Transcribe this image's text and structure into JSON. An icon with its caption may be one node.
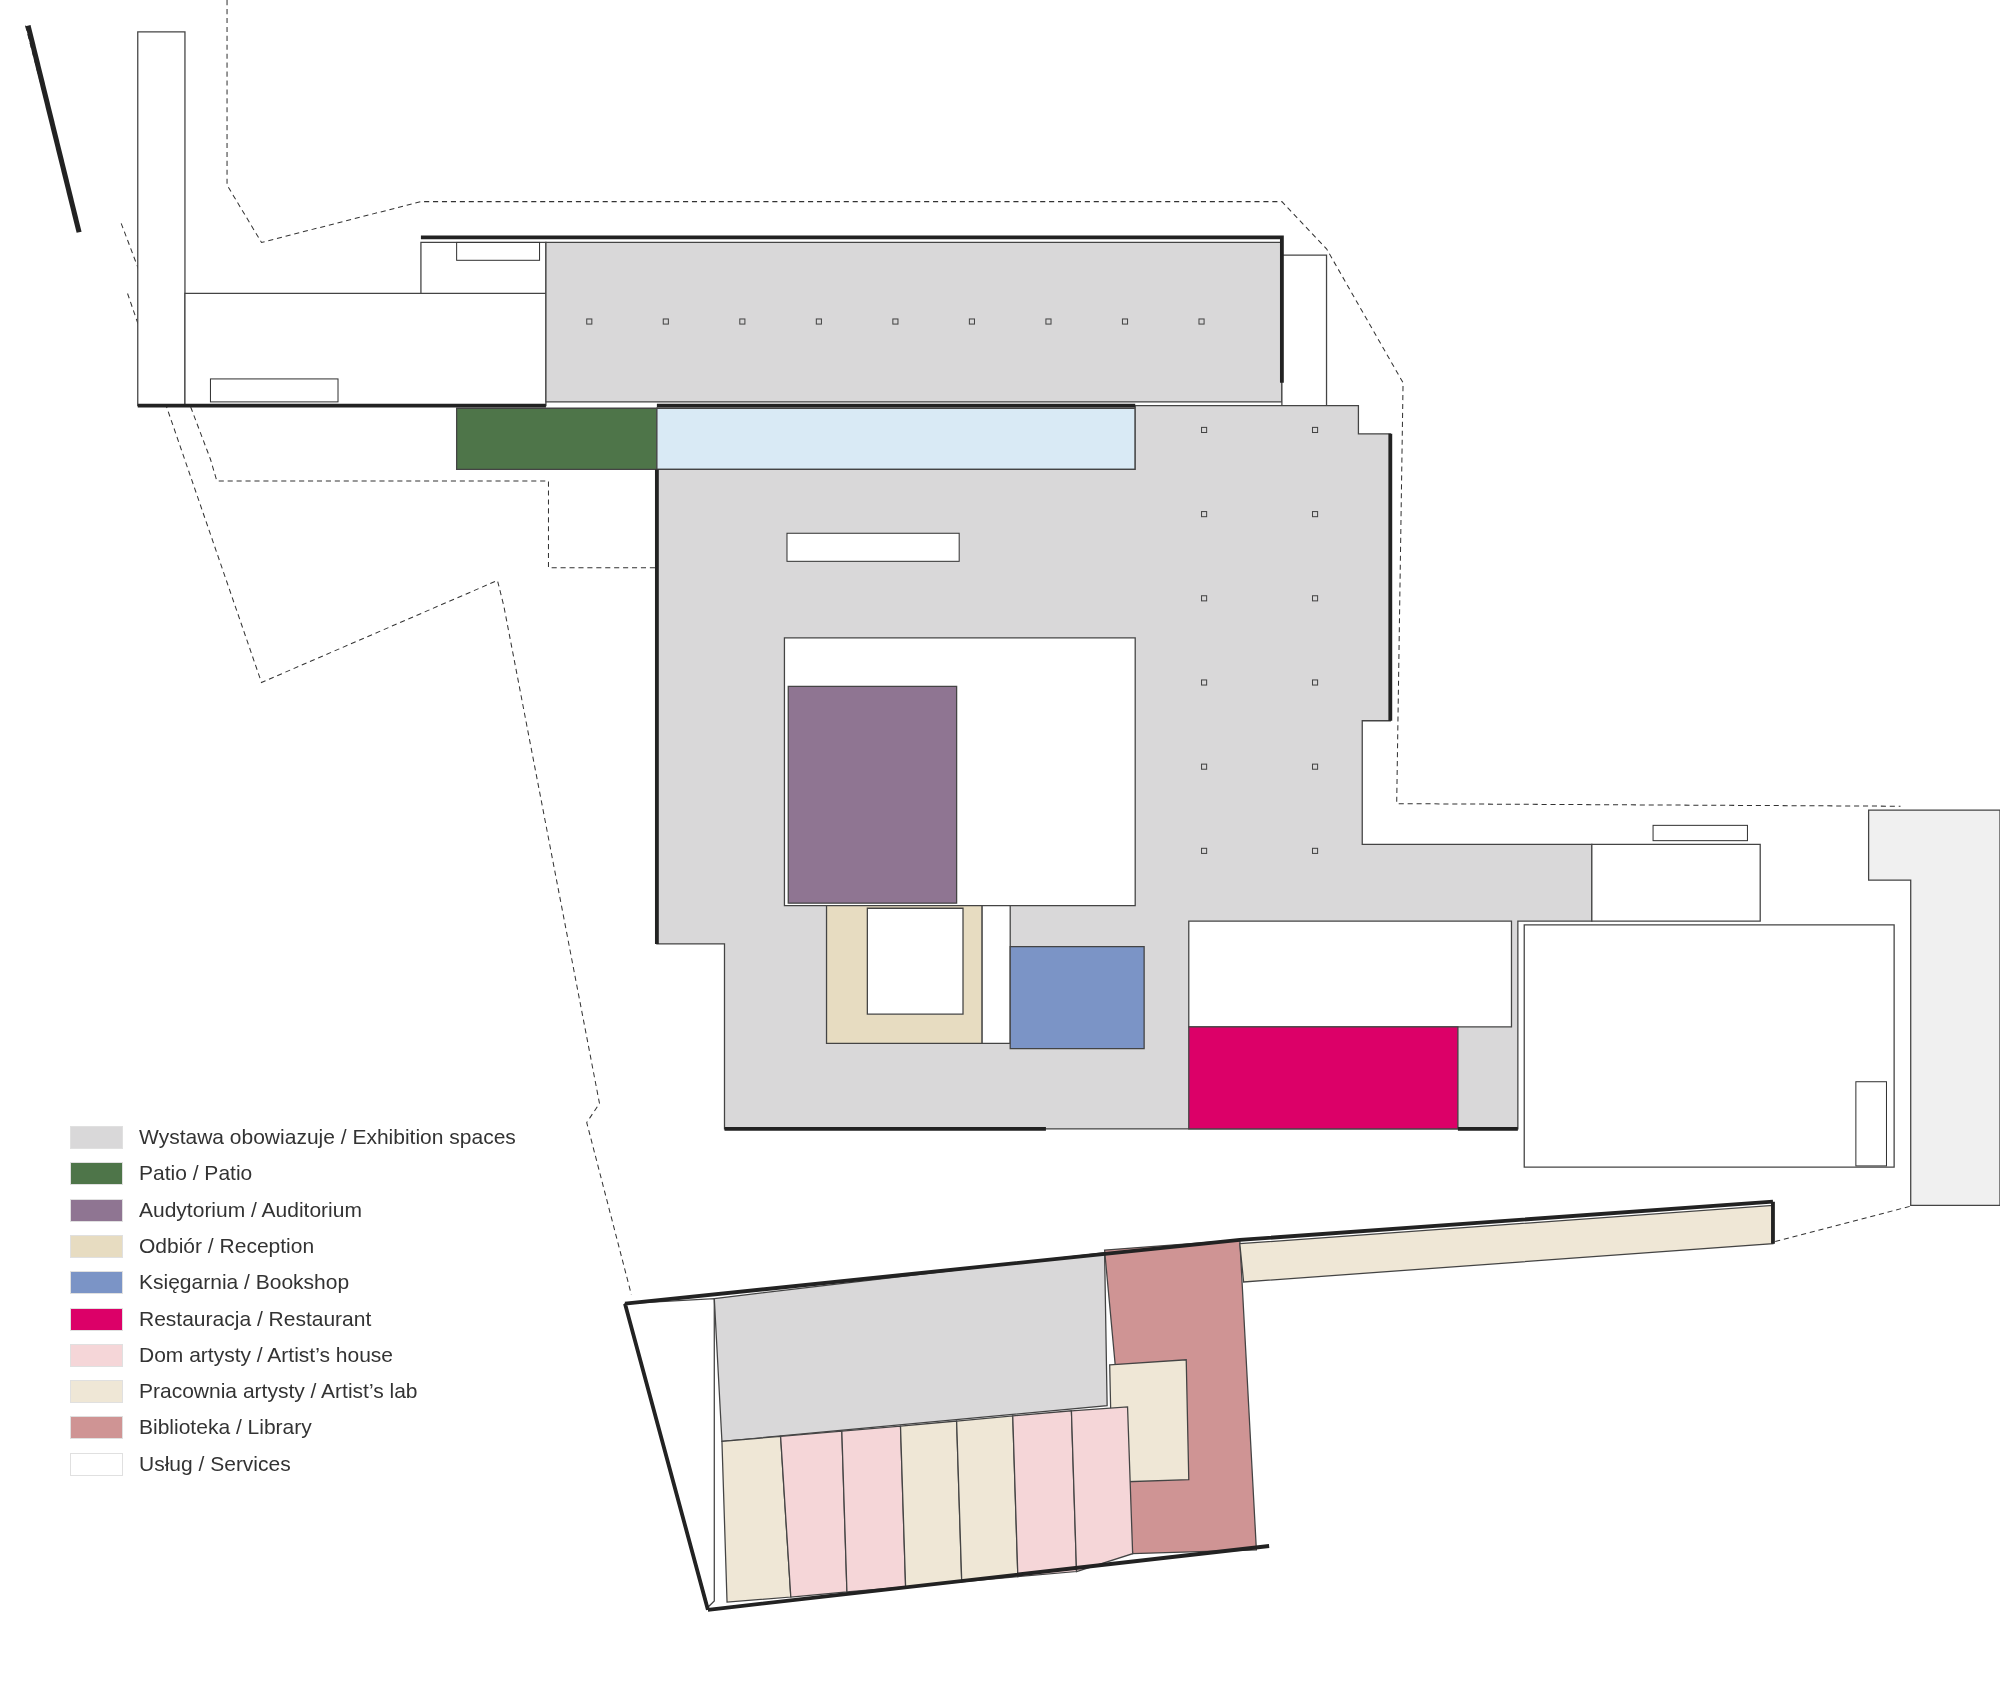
{
  "diagram": {
    "legend": [
      {
        "text": "Wystawa obowiazuje / Exhibition spaces",
        "color": "#d9d8d9"
      },
      {
        "text": "Patio / Patio",
        "color": "#4e7549"
      },
      {
        "text": "Audytorium /  Auditorium",
        "color": "#8f7592"
      },
      {
        "text": "Odbiór /  Reception",
        "color": "#e7dcc1"
      },
      {
        "text": "Księgarnia / Bookshop",
        "color": "#7b94c6"
      },
      {
        "text": "Restauracja / Restaurant",
        "color": "#dc0068"
      },
      {
        "text": "Dom artysty / Artist’s house",
        "color": "#f5d6d8"
      },
      {
        "text": "Pracownia artysty / Artist’s lab",
        "color": "#efe7d6"
      },
      {
        "text": "Biblioteka / Library",
        "color": "#cf9494"
      },
      {
        "text": "Usług / Services",
        "color": "#ffffff"
      }
    ]
  }
}
